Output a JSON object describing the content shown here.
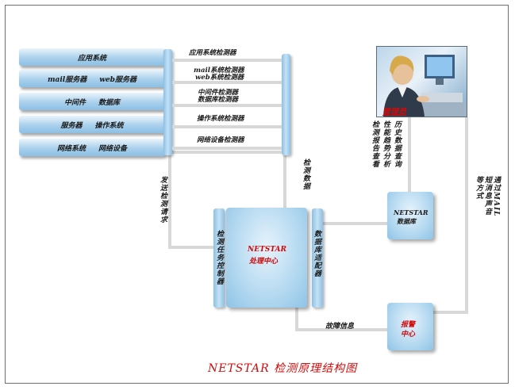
{
  "layers": {
    "application": "应用系统",
    "mail_server": "mail服务器",
    "web_server": "web服务器",
    "middleware": "中间件",
    "database": "数据库",
    "server": "服务器",
    "os": "操作系统",
    "net_system": "网络系统",
    "net_device": "网络设备"
  },
  "detectors": {
    "app": "应用系统检测器",
    "mail": "mail系统检测器",
    "web": "web系统检测器",
    "middleware": "中间件检测器",
    "database": "数据库检测器",
    "os": "操作系统检测器",
    "network": "网络设备检测器"
  },
  "arrows": {
    "send_request": "发送检测请求",
    "detect_data": "检测数据",
    "fault_info": "故障信息",
    "notify": "通过MAIL短消息声音等方式"
  },
  "modules": {
    "task_controller": "检测任务控制器",
    "center_name": "NETSTAR",
    "center_sub": "处理中心",
    "db_adapter": "数据库适配器",
    "netstar_db_name": "NETSTAR",
    "netstar_db_sub": "数据库",
    "alarm_name": "报警",
    "alarm_sub": "中心"
  },
  "admin": {
    "label": "管理员",
    "col1": "历史数据查询",
    "col2": "性能趋势分析",
    "col3": "检测报告查看"
  },
  "title": "NETSTAR 检测原理结构图"
}
